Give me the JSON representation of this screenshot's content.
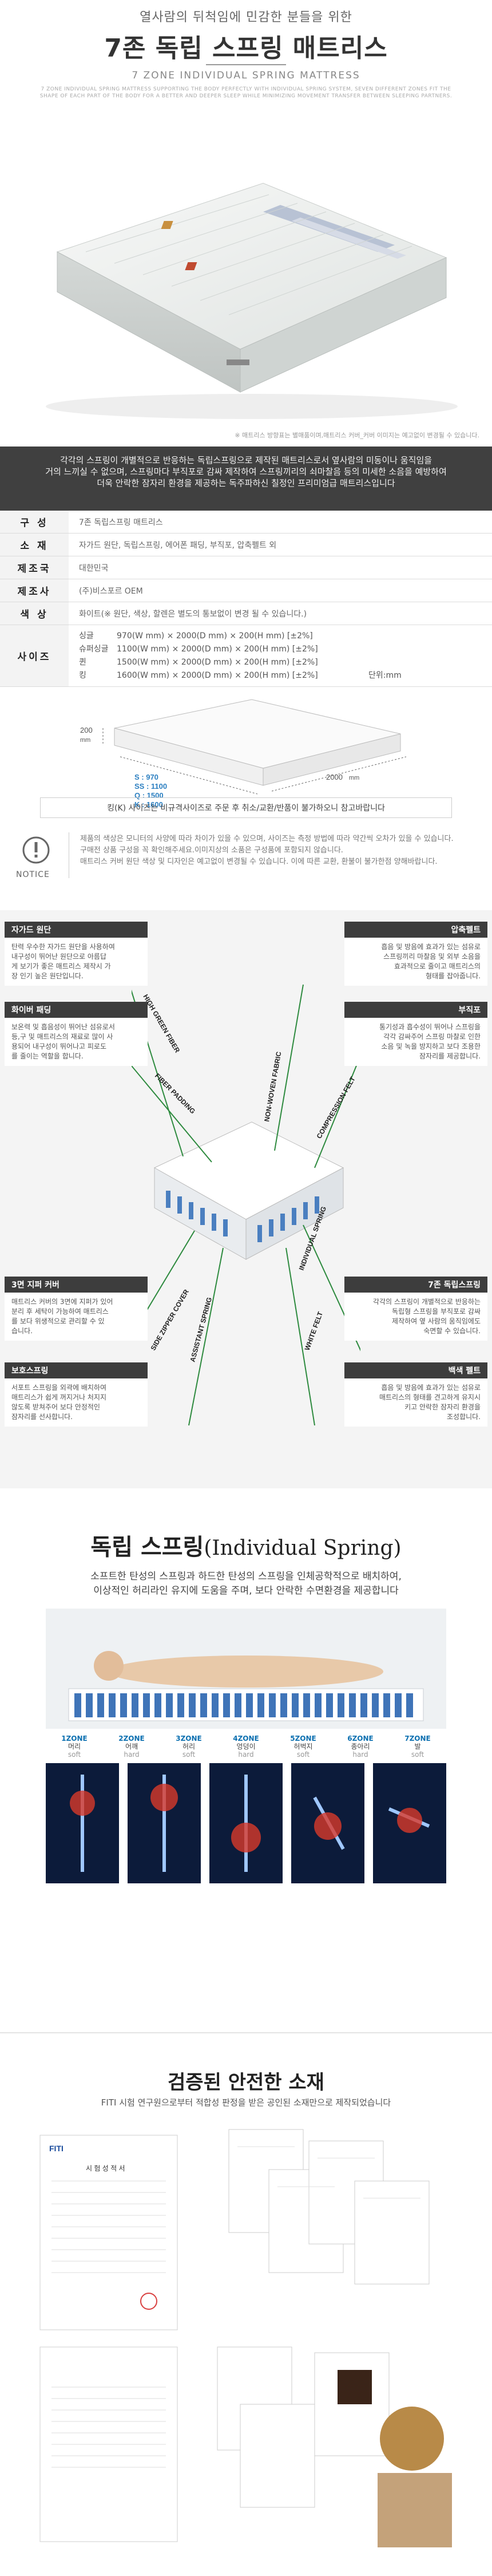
{
  "hero": {
    "tagline": "열사람의 뒤척임에 민감한 분들을 위한",
    "title": "7존 독립 스프링 매트리스",
    "subtitle": "7 ZONE INDIVIDUAL SPRING MATTRESS",
    "desc": "7 ZONE INDIVIDUAL SPRING MATTRESS SUPPORTING THE BODY PERFECTLY WITH INDIVIDUAL SPRING SYSTEM, SEVEN DIFFERENT ZONES FIT THE SHAPE OF EACH PART OF THE BODY FOR A BETTER AND DEEPER SLEEP WHILE MINIMIZING MOVEMENT TRANSFER BETWEEN SLEEPING PARTNERS.",
    "caption": "※ 매트리스 방향표는 별매품이며,매트리스 커버_커버 이미지는 예고없이 변경될 수 있습니다."
  },
  "intro": {
    "text": "각각의 스프링이 개별적으로 반응하는 독립스프링으로 제작된 매트리스로서 옆사람의 미동이나 움직임을\n거의 느끼실 수 없으며, 스프링마다 부직포로 감싸 제작하여 스프링끼리의 쇠마찰음 등의 미세한 소음을 예방하여\n더욱 안락한 잠자리 환경을 제공하는 독주파하신 칠정인 프리미엄급 매트리스입니다"
  },
  "spec": {
    "rows": [
      {
        "label": "구 성",
        "value": "7존 독립스프링 매트리스"
      },
      {
        "label": "소 재",
        "value": "자가드 원단, 독립스프링, 에어폰 패딩, 부직포, 압축펠트 외"
      },
      {
        "label": "제조국",
        "value": "대한민국"
      },
      {
        "label": "제조사",
        "value": "(주)비스포르 OEM"
      },
      {
        "label": "색 상",
        "value": "화이트(※ 원단, 색상, 할렌은 별도의 통보없이 변경 될 수 있습니다.)"
      }
    ],
    "size_label": "사이즈",
    "sizes": [
      {
        "name": "싱글",
        "dim": "970(W mm) × 2000(D mm) × 200(H mm) [±2%]"
      },
      {
        "name": "슈퍼싱글",
        "dim": "1100(W mm) × 2000(D mm) × 200(H mm) [±2%]"
      },
      {
        "name": "퀸",
        "dim": "1500(W mm) × 2000(D mm) × 200(H mm) [±2%]"
      },
      {
        "name": "킹",
        "dim": "1600(W mm) × 2000(D mm) × 200(H mm) [±2%]"
      }
    ],
    "unit": "단위:mm",
    "drawing": {
      "height": "200",
      "length": "2000",
      "widths": [
        "S : 970",
        "SS : 1100",
        "Q : 1500",
        "K : 1600"
      ],
      "unit": "mm"
    }
  },
  "notice": {
    "box": "킹(K) 사이즈는 비규격사이즈로 주문 후 취소/교환/반품이 불가하오니 참고바랍니다",
    "label": "NOTICE",
    "text": "제품의 색상은 모니터의 사양에 따라 차이가 있을 수 있으며, 사이즈는 측정 방법에 따라 약간씩 오차가 있을 수 있습니다.\n구매전 상품 구성을 꼭 확인해주세요.이미지상의 소품은 구성품에 포함되지 않습니다.\n매트리스 커버 원단 색상 및 디자인은 예고없이 변경될 수 있습니다. 이에 따른 교환, 환불이 불가한점 양해바랍니다."
  },
  "features": {
    "items": [
      {
        "title": "자가드 원단",
        "body": "탄력 우수한 자가드 원단을 사용하여\n내구성이 뛰어난 원단으로 아름답\n게 보기가 좋은 매트리스 제작시 가\n장 인기 높은 원단입니다.",
        "side": "left"
      },
      {
        "title": "화이버 패딩",
        "body": "보온력 및 흡음성이 뛰어난 섬유로서\n등,구 및 매트리스의 재료로 많이 사\n용되어 내구성이 뛰어나고 피로도\n를 줄이는 역할을 합니다.",
        "side": "left"
      },
      {
        "title": "3면 지퍼 커버",
        "body": "매트리스 커버의 3면에 지퍼가 있어\n분리 후 세탁이 가능하여 매트리스\n를 보다 위생적으로 관리할 수 있\n습니다.",
        "side": "left"
      },
      {
        "title": "보호스프링",
        "body": "서포트 스프링을 외곽에 배치하여\n매트리스가 쉽게 꺼지거나 처지지\n않도록 받쳐주어 보다 안정적인\n잠자리를 선사합니다.",
        "side": "left"
      },
      {
        "title": "압축펠트",
        "body": "흡음 및 방음에 효과가 있는 섬유로\n스프링끼리 마찰음 및 외부 소음을\n효과적으로 줄이고 매트리스의\n형태를 잡아줍니다.",
        "side": "right"
      },
      {
        "title": "부직포",
        "body": "통기성과 흡수성이 뛰어나 스프링을\n각각 감싸주어 스프링 마찰로 인한\n소음 및 녹을 방지하고 보다 조용한\n잠자리를 제공합니다.",
        "side": "right"
      },
      {
        "title": "7존 독립스프링",
        "body": "각각의 스프링이 개별적으로 반응하는\n독립형 스프링을 부직포로 감싸\n제작하여 옆 사람의 움직임에도\n숙면할 수 있습니다.",
        "side": "right"
      },
      {
        "title": "백색 펠트",
        "body": "흡음 및 방음에 효과가 있는 섬유로\n매트리스의 형태를 견고하게 유지시\n키고 안락한 잠자리 환경을\n조성합니다.",
        "side": "right"
      }
    ],
    "labels": [
      "HIGH GREEN FIBER",
      "FIBER PADDING",
      "NON-WOVEN FABRIC",
      "COMPRESSION FELT",
      "SIDE ZIPPER COVER",
      "INDIVIDUAL SPRING",
      "ASSISTANT SPRING",
      "WHITE FELT"
    ]
  },
  "spring": {
    "title_ko": "독립 스프링",
    "title_en": "(Individual Spring)",
    "text": "소프트한 탄성의 스프링과 하드한 탄성의 스프링을 인체공학적으로 배치하여,\n이상적인 허리라인 유지에 도움을 주며, 보다 안락한 수면환경을 제공합니다",
    "zones": [
      {
        "zone": "1ZONE",
        "part": "머리",
        "feel": "soft"
      },
      {
        "zone": "2ZONE",
        "part": "어깨",
        "feel": "hard"
      },
      {
        "zone": "3ZONE",
        "part": "허리",
        "feel": "soft"
      },
      {
        "zone": "4ZONE",
        "part": "엉덩이",
        "feel": "hard"
      },
      {
        "zone": "5ZONE",
        "part": "허벅지",
        "feel": "soft"
      },
      {
        "zone": "6ZONE",
        "part": "종아리",
        "feel": "hard"
      },
      {
        "zone": "7ZONE",
        "part": "발",
        "feel": "soft"
      }
    ]
  },
  "safety": {
    "title": "검증된 안전한 소재",
    "text": "FITI 시험 연구원으로부터 적합성 판정을 받은 공인된 소재만으로 제작되었습니다",
    "fiti": "FITI",
    "doc_title": "시 험 성 적 서"
  },
  "colors": {
    "dark_band": "#404040",
    "feature_head": "#3d3d3d",
    "zone_blue": "#0a6fb0"
  }
}
